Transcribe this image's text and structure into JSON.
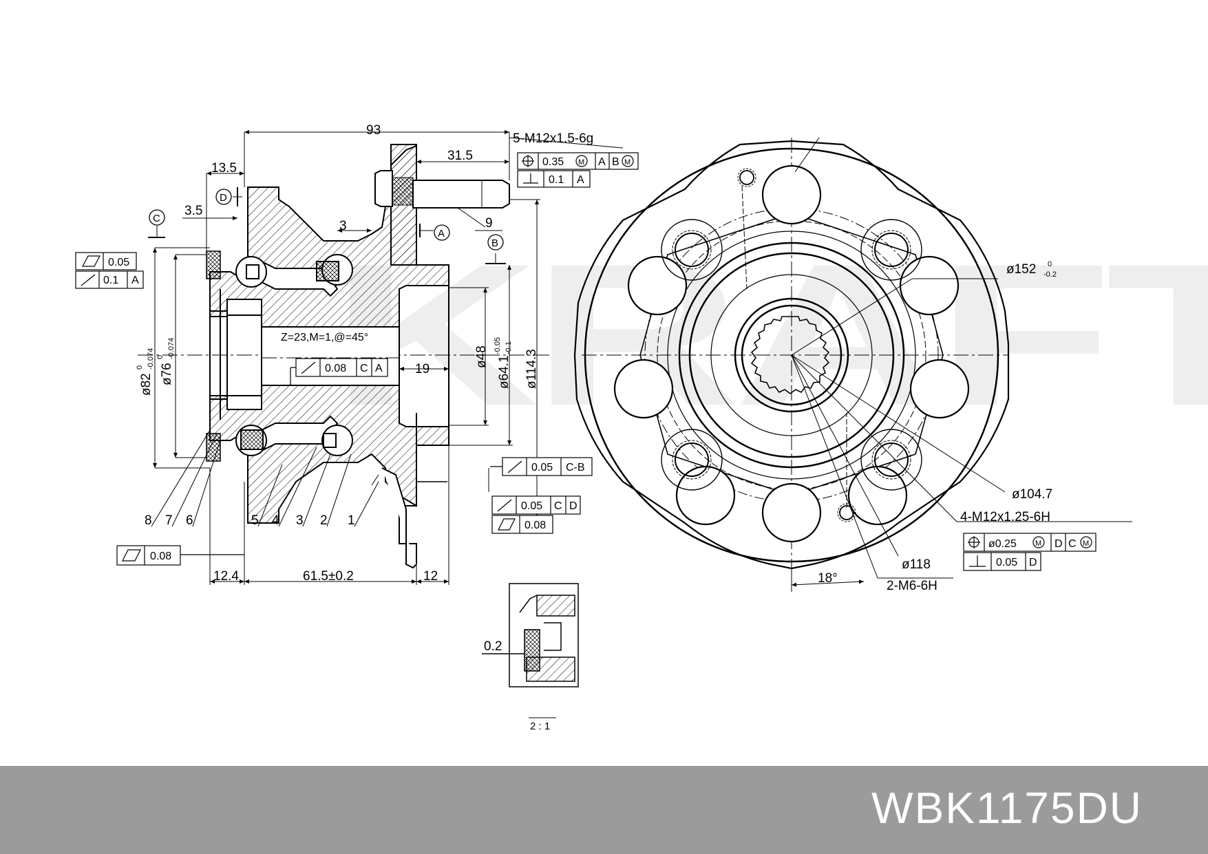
{
  "drawing": {
    "watermark": "KRAFT",
    "part_number": "WBK1175DU",
    "colors": {
      "line": "#000000",
      "watermark": "#eeeeee",
      "footer": "#9b9b9b",
      "footer_text": "#ffffff"
    },
    "dimensions": {
      "overall_length": "93",
      "stud_length": "31.5",
      "flange_thread": "5-M12x1.5-6g",
      "d_135": "13.5",
      "d_35": "3.5",
      "d_3": "3",
      "d_19": "19",
      "d_124": "12.4",
      "d_615": "61.5±0.2",
      "d_12": "12",
      "d_02": "0.2",
      "dia_82": "ø82",
      "dia_82_tol_upper": "0",
      "dia_82_tol_lower": "-0.074",
      "dia_76": "ø76",
      "dia_76_tol_upper": "0",
      "dia_76_tol_lower": "-0.074",
      "dia_48": "ø48",
      "dia_641": "ø64.1",
      "dia_641_tol_upper": "-0.05",
      "dia_641_tol_lower": "-0.1",
      "dia_1143": "ø114.3",
      "dia_152": "ø152",
      "dia_152_tol_upper": "0",
      "dia_152_tol_lower": "-0.2",
      "dia_1047": "ø104.7",
      "dia_118": "ø118",
      "thread_4": "4-M12x1.25-6H",
      "thread_2": "2-M6-6H",
      "angle_18": "18°",
      "spline": "Z=23,M=1,@=45°"
    },
    "datums": {
      "a": "A",
      "b": "B",
      "c": "C",
      "d": "D"
    },
    "balloons": [
      "1",
      "2",
      "3",
      "4",
      "5",
      "6",
      "7",
      "8",
      "9"
    ],
    "tolerance_frames": {
      "stud_position": [
        "0.35",
        "A",
        "B"
      ],
      "stud_perp": [
        "0.1",
        "A"
      ],
      "left_flat": [
        "0.05"
      ],
      "left_runout": [
        "0.1",
        "A"
      ],
      "spline_runout": [
        "0.08",
        "C",
        "A"
      ],
      "pilot_runout": [
        "0.05",
        "C-B"
      ],
      "flange_runout": [
        "0.05",
        "C",
        "D"
      ],
      "flange_flat": [
        "0.08"
      ],
      "bottom_flat": [
        "0.08"
      ],
      "thread_position": [
        "ø0.25",
        "D",
        "C"
      ],
      "thread_perp": [
        "0.05",
        "D"
      ]
    },
    "detail_scale": "2 : 1"
  }
}
